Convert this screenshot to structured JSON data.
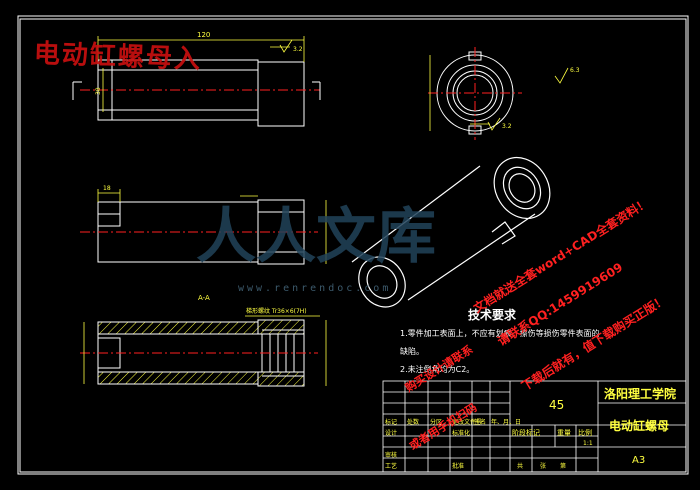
{
  "stamp_title": "电动缸螺母入",
  "tech_requirements": {
    "title": "技术要求",
    "line1": "1.零件加工表面上，不应有划痕、擦伤等损伤零件表面的",
    "line1b": "缺陷。",
    "line2": "2.未注倒角均为C2。"
  },
  "section_label": "A-A",
  "thread_note": "梯形螺纹 Tr36×6(7H)",
  "dimensions": {
    "overall_length": "120",
    "dia_left": "38",
    "dim_18": "18",
    "roughness_1": "3.2",
    "roughness_2": "6.3",
    "roughness_3": "3.2"
  },
  "title_block": {
    "material": "45",
    "school": "洛阳理工学院",
    "part_name": "电动缸螺母",
    "sheet_size": "A3",
    "labels": {
      "mark": "标记",
      "count": "处数",
      "zone": "分区",
      "doc_no": "更改文件号",
      "sign": "签名",
      "date": "年、月、日",
      "stage": "阶段标记",
      "weight": "重量",
      "scale": "比例",
      "design": "设计",
      "std": "标准化",
      "review": "审核",
      "process": "工艺",
      "approve": "批准",
      "total": "共",
      "sheet": "张",
      "page": "第",
      "scale_val": "1:1"
    }
  },
  "watermarks": {
    "logo_text": "人人文库",
    "url": "www.renrendoc.com",
    "red_1": "购买设计请联系",
    "red_2": "文档就送全套word+CAD全套资料！",
    "red_3": "请联系QQ:1459919609",
    "red_4": "下载后就有，值下载购买正版！",
    "red_5": "或者用手机扫码"
  },
  "colors": {
    "background": "#000000",
    "frame": "#ffffff",
    "centerline": "#ff2020",
    "dimension": "#ffff40",
    "hatch": "#ffff40",
    "watermark_red": "#ff2020",
    "logo_blue": "#2a5f83"
  }
}
